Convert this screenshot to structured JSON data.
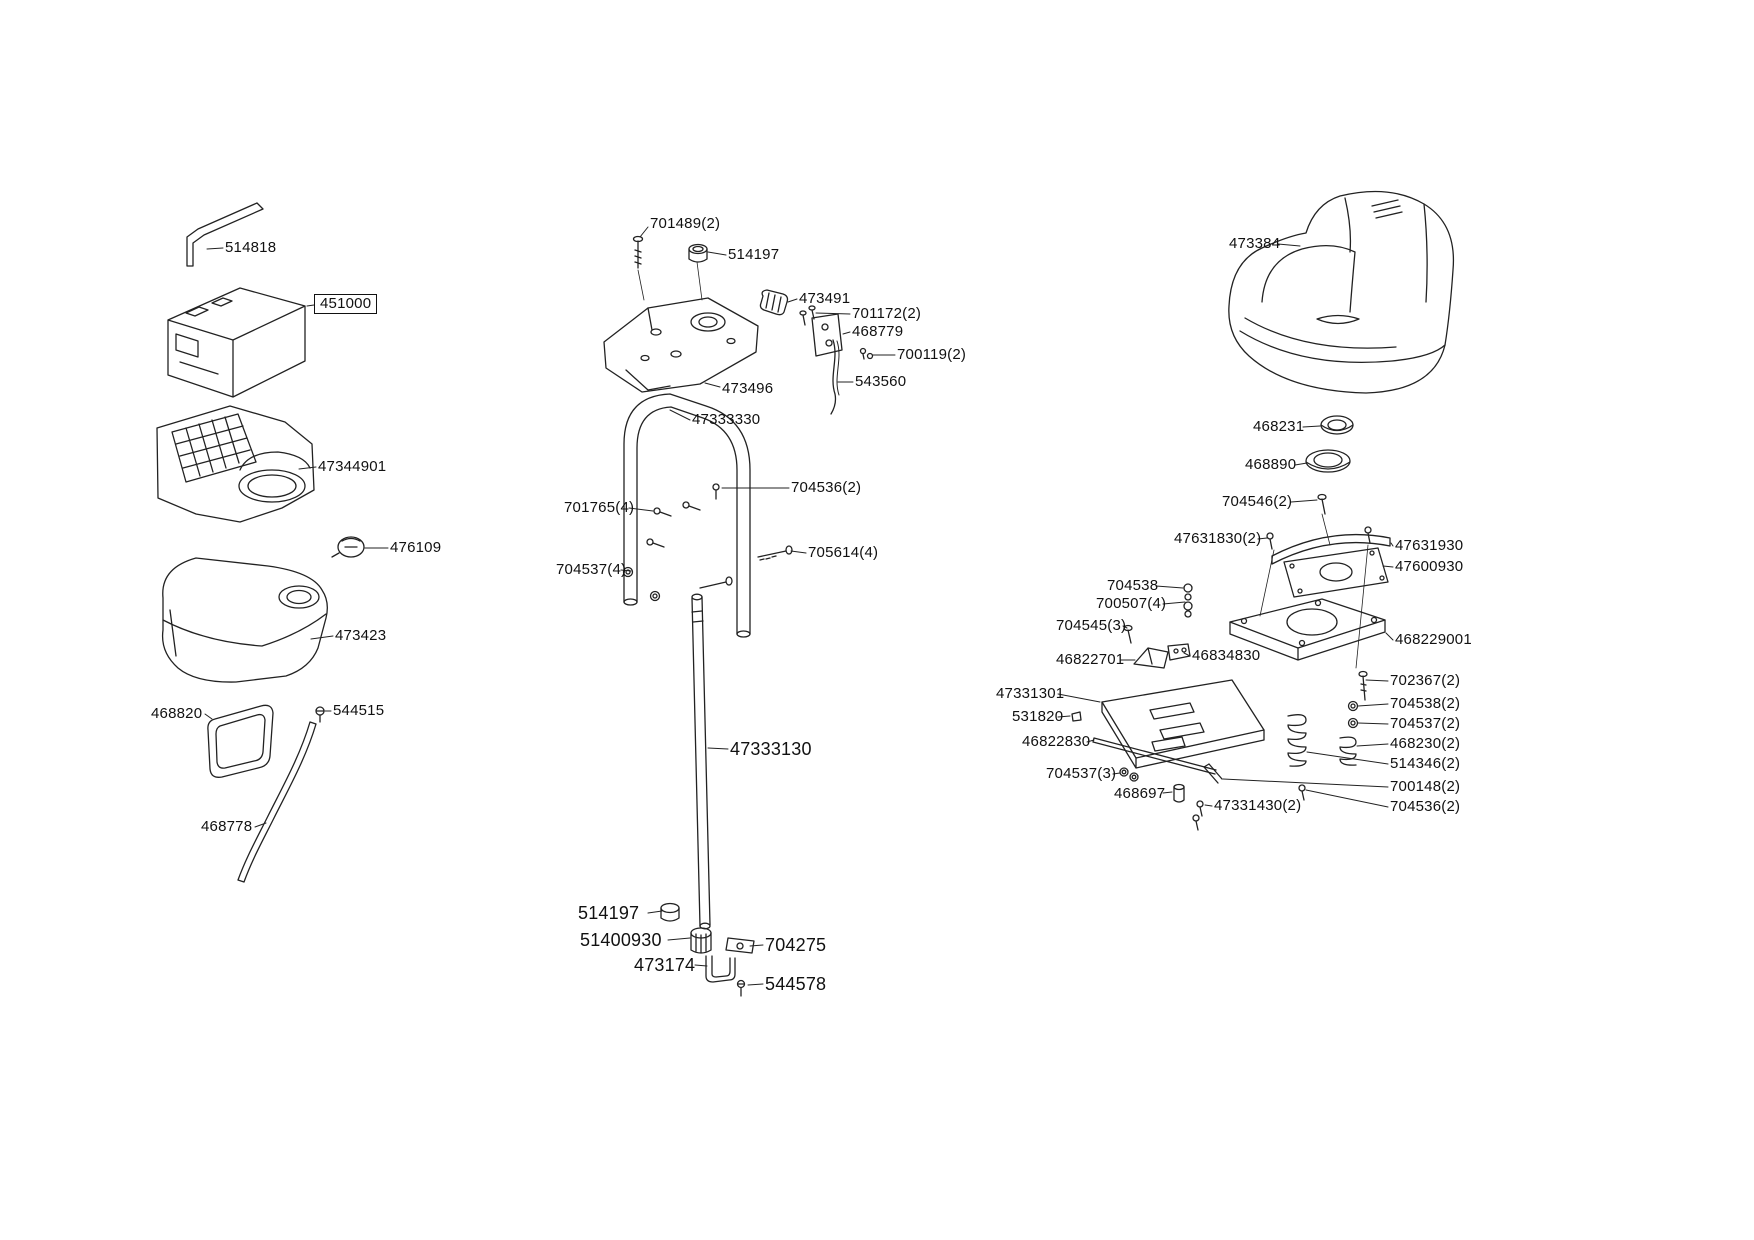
{
  "figure": {
    "type": "exploded-parts-diagram",
    "background": "#ffffff",
    "ink": "#222222",
    "highlighted_part": "451000"
  },
  "parts": {
    "battery": [
      "514818",
      "451000",
      "47344901",
      "476109",
      "473423",
      "468820",
      "544515",
      "468778"
    ],
    "steering": [
      "701489(2)",
      "514197",
      "473491",
      "701172(2)",
      "468779",
      "700119(2)",
      "543560",
      "473496",
      "47333330",
      "704536(2)",
      "701765(4)",
      "705614(4)",
      "704537(4)",
      "47333130",
      "514197",
      "51400930",
      "704275",
      "473174",
      "544578"
    ],
    "seat": [
      "473384",
      "468231",
      "468890",
      "704546(2)",
      "47631830(2)",
      "47631930",
      "47600930",
      "704538",
      "700507(4)",
      "704545(3)",
      "46822701",
      "46834830",
      "468229001",
      "47331301",
      "531820",
      "702367(2)",
      "704538(2)",
      "704537(2)",
      "468230(2)",
      "46822830",
      "514346(2)",
      "704537(3)",
      "700148(2)",
      "468697",
      "704536(2)",
      "47331430(2)"
    ]
  }
}
